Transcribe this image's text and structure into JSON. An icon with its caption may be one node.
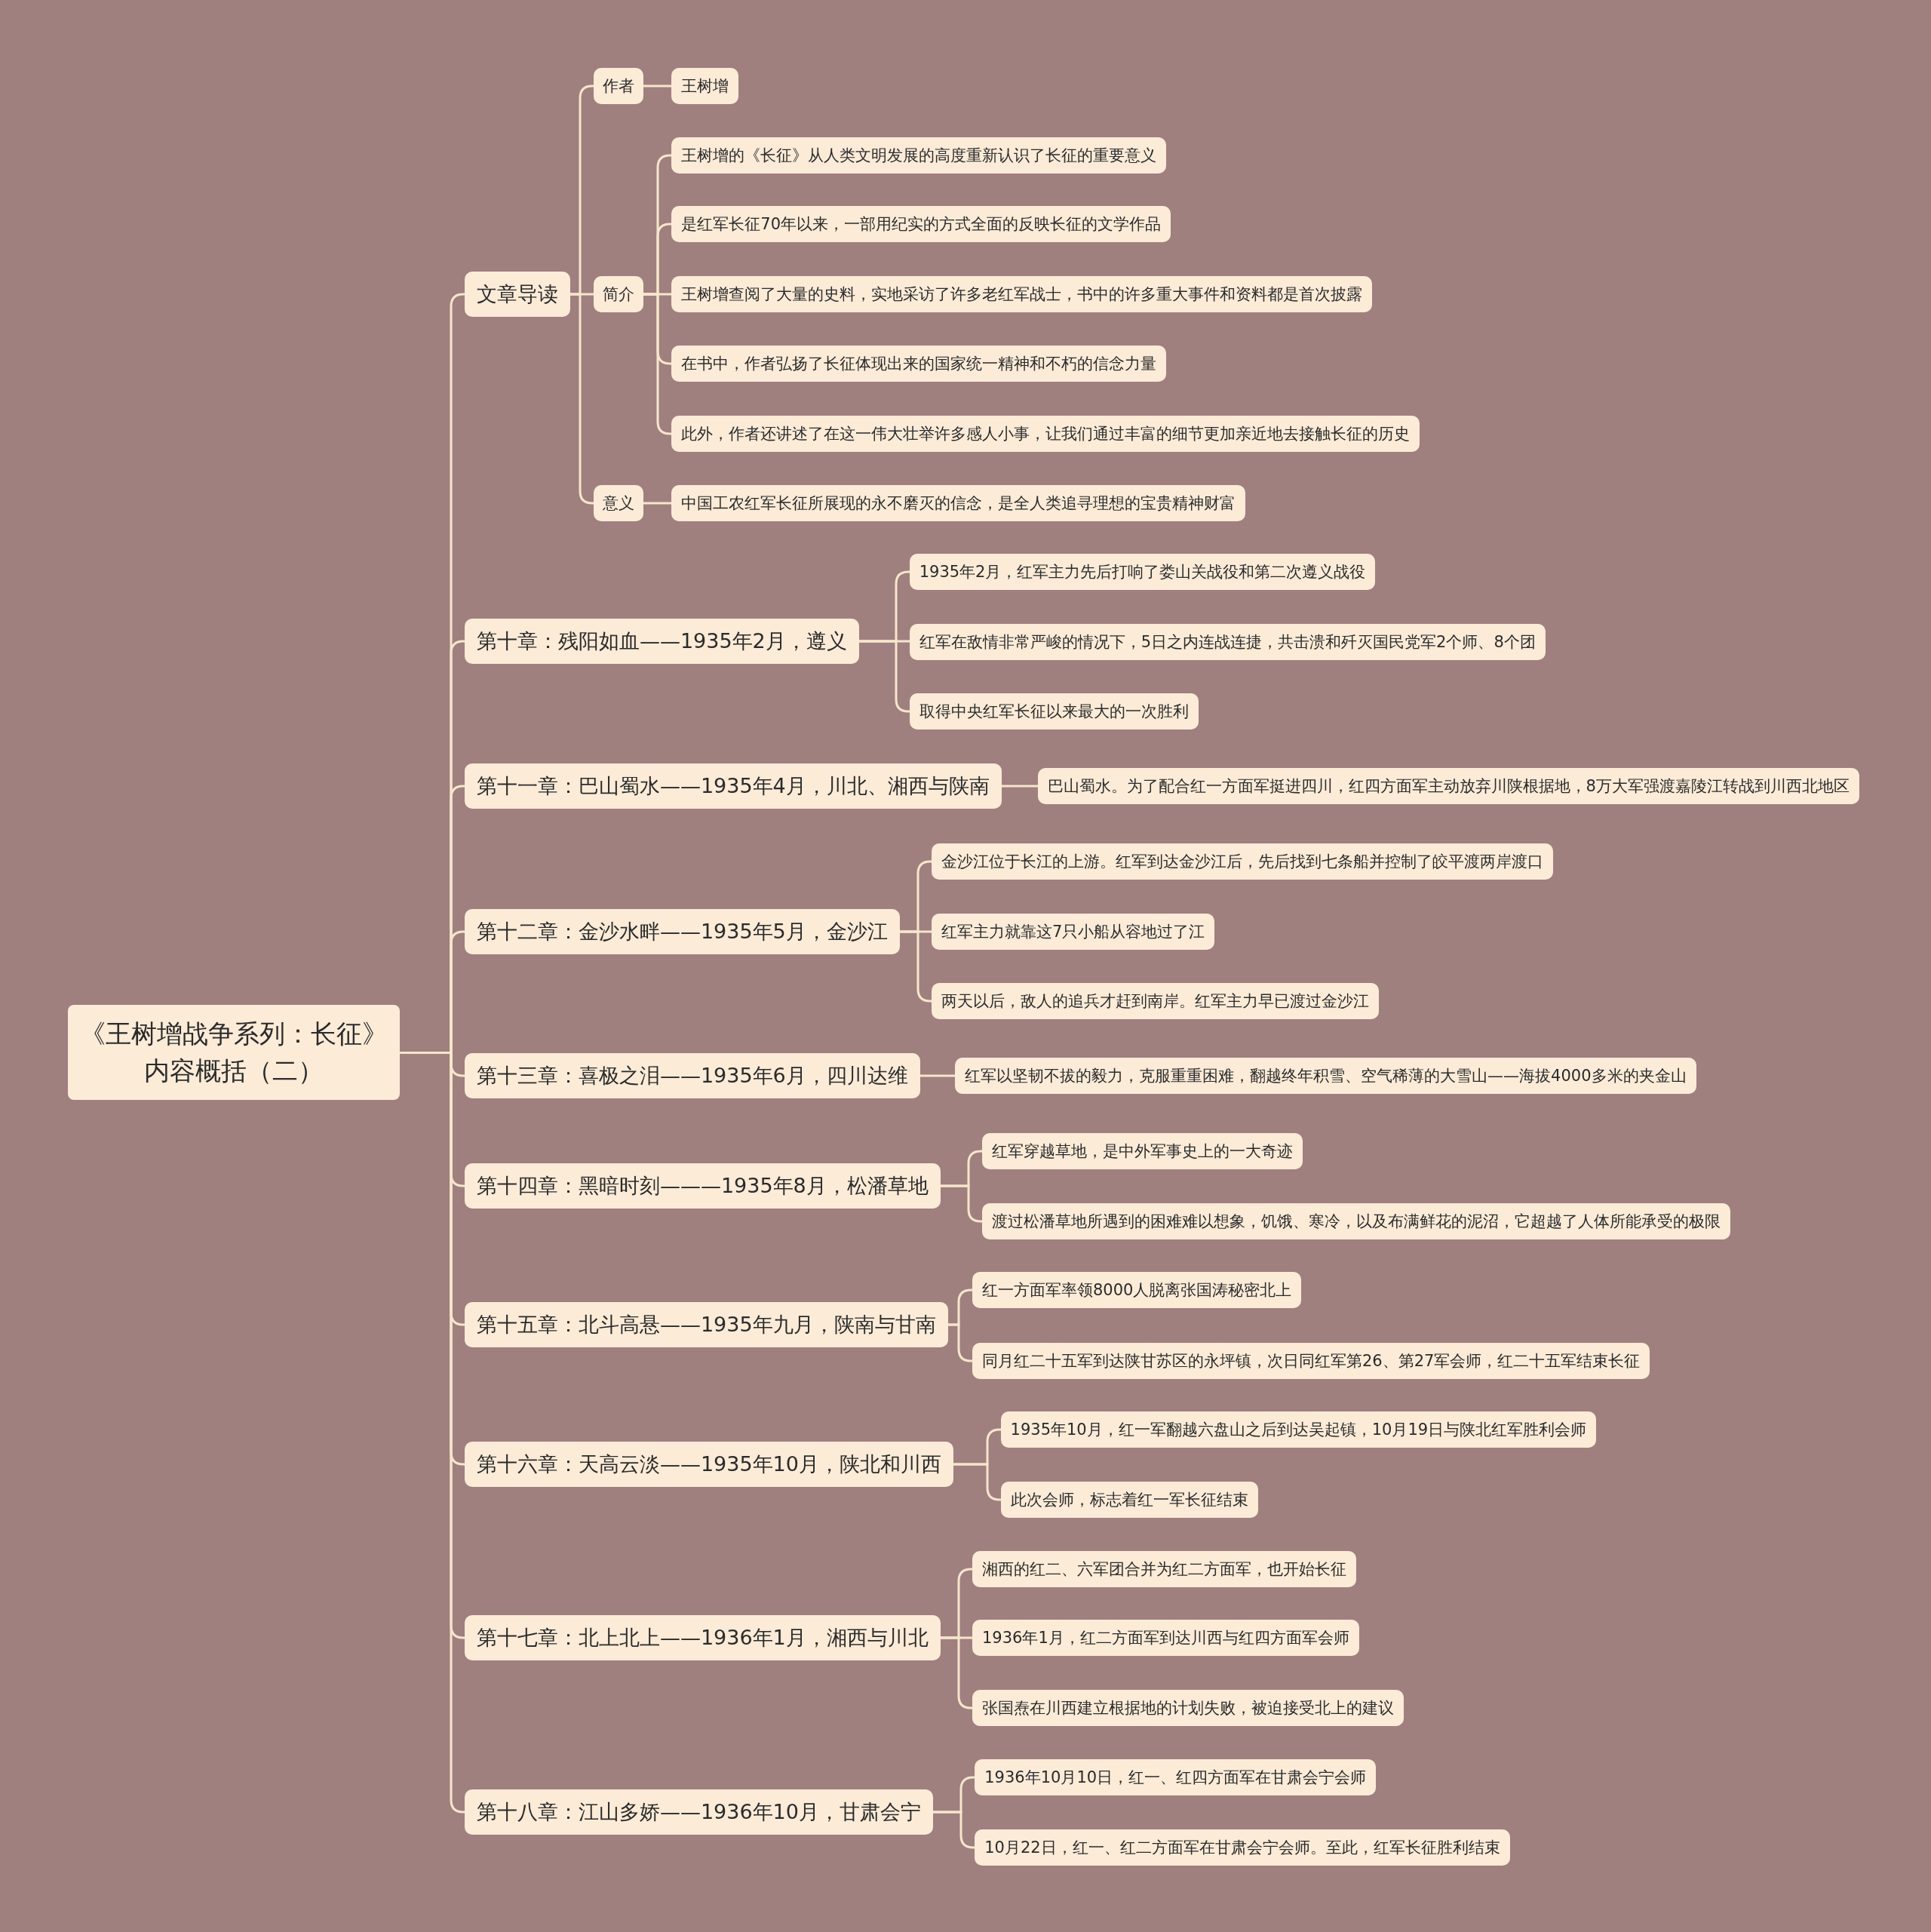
{
  "diagram": {
    "nodes": [
      {
        "text": [
          "《王树增战争系列：长征》内容概括（二）"
        ]
      },
      {
        "text": [
          "文章导读"
        ]
      },
      {
        "text": [
          "作者"
        ]
      },
      {
        "text": [
          "王树增"
        ]
      },
      {
        "text": [
          "简介"
        ]
      },
      {
        "text": [
          "王树增的《长征》从人类文明发展的高度重新认识了长征的重要意义"
        ]
      },
      {
        "text": [
          "是红军长征70年以来，一部用纪实的方式全面的反映长征的文学作品"
        ]
      },
      {
        "text": [
          "王树增查阅了大量的史料，实地采访了许多老红军战士，书中的许多重大事件和资料都是首次披露"
        ]
      },
      {
        "text": [
          "在书中，作者弘扬了长征体现出来的国家统一精神和不朽的信念力量"
        ]
      },
      {
        "text": [
          "此外，作者还讲述了在这一伟大壮举许多感人小事，让我们通过丰富的细节更加亲近地去接触长征的历史"
        ]
      },
      {
        "text": [
          "意义"
        ]
      },
      {
        "text": [
          "中国工农红军长征所展现的永不磨灭的信念，是全人类追寻理想的宝贵精神财富"
        ]
      },
      {
        "text": [
          "第十章：残阳如血——1935年2月，遵义"
        ]
      },
      {
        "text": [
          "1935年2月，红军主力先后打响了娄山关战役和第二次遵义战役"
        ]
      },
      {
        "text": [
          "红军在敌情非常严峻的情况下，5日之内连战连捷，共击溃和歼灭国民党军2个师、8个团"
        ]
      },
      {
        "text": [
          "取得中央红军长征以来最大的一次胜利"
        ]
      },
      {
        "text": [
          "第十一章：巴山蜀水——1935年4月，川北、湘西与陕南"
        ]
      },
      {
        "text": [
          "巴山蜀水。为了配合红一方面军挺进四川，红四方面军主动放弃川陕根据地，8万大军强渡嘉陵江转战到川西北地区"
        ]
      },
      {
        "text": [
          "第十二章：金沙水畔——1935年5月，金沙江"
        ]
      },
      {
        "text": [
          "金沙江位于长江的上游。红军到达金沙江后，先后找到七条船并控制了皎平渡两岸渡口"
        ]
      },
      {
        "text": [
          "红军主力就靠这7只小船从容地过了江"
        ]
      },
      {
        "text": [
          "两天以后，敌人的追兵才赶到南岸。红军主力早已渡过金沙江"
        ]
      },
      {
        "text": [
          "第十三章：喜极之泪——1935年6月，四川达维"
        ]
      },
      {
        "text": [
          "红军以坚韧不拔的毅力，克服重重困难，翻越终年积雪、空气稀薄的大雪山——海拔4000多米的夹金山"
        ]
      },
      {
        "text": [
          "第十四章：黑暗时刻———1935年8月，松潘草地"
        ]
      },
      {
        "text": [
          "红军穿越草地，是中外军事史上的一大奇迹"
        ]
      },
      {
        "text": [
          "渡过松潘草地所遇到的困难难以想象，饥饿、寒冷，以及布满鲜花的泥沼，它超越了人体所能承受的极限"
        ]
      },
      {
        "text": [
          "第十五章：北斗高悬——1935年九月，陕南与甘南"
        ]
      },
      {
        "text": [
          "红一方面军率领8000人脱离张国涛秘密北上"
        ]
      },
      {
        "text": [
          "同月红二十五军到达陕甘苏区的永坪镇，次日同红军第26、第27军会师，红二十五军结束长征"
        ]
      },
      {
        "text": [
          "第十六章：天高云淡——1935年10月，陕北和川西"
        ]
      },
      {
        "text": [
          "1935年10月，红一军翻越六盘山之后到达吴起镇，10月19日与陕北红军胜利会师"
        ]
      },
      {
        "text": [
          "此次会师，标志着红一军长征结束"
        ]
      },
      {
        "text": [
          "第十七章：北上北上——1936年1月，湘西与川北"
        ]
      },
      {
        "text": [
          "湘西的红二、六军团合并为红二方面军，也开始长征"
        ]
      },
      {
        "text": [
          "1936年1月，红二方面军到达川西与红四方面军会师"
        ]
      },
      {
        "text": [
          "张国焘在川西建立根据地的计划失败，被迫接受北上的建议"
        ]
      },
      {
        "text": [
          "第十八章：江山多娇——1936年10月，甘肃会宁"
        ]
      },
      {
        "text": [
          "1936年10月10日，红一、红四方面军在甘肃会宁会师"
        ]
      },
      {
        "text": [
          "10月22日，红一、红二方面军在甘肃会宁会师。至此，红军长征胜利结束"
        ]
      }
    ],
    "edges": [
      {
        "from": 0,
        "to": 1,
        "arrow": "none"
      },
      {
        "from": 0,
        "to": 12,
        "arrow": "none"
      },
      {
        "from": 0,
        "to": 16,
        "arrow": "none"
      },
      {
        "from": 0,
        "to": 18,
        "arrow": "none"
      },
      {
        "from": 0,
        "to": 22,
        "arrow": "none"
      },
      {
        "from": 0,
        "to": 24,
        "arrow": "none"
      },
      {
        "from": 0,
        "to": 27,
        "arrow": "none"
      },
      {
        "from": 0,
        "to": 30,
        "arrow": "none"
      },
      {
        "from": 0,
        "to": 33,
        "arrow": "none"
      },
      {
        "from": 0,
        "to": 37,
        "arrow": "none"
      },
      {
        "from": 1,
        "to": 2,
        "arrow": "none"
      },
      {
        "from": 1,
        "to": 4,
        "arrow": "none"
      },
      {
        "from": 1,
        "to": 10,
        "arrow": "none"
      },
      {
        "from": 2,
        "to": 3,
        "arrow": "none"
      },
      {
        "from": 4,
        "to": 5,
        "arrow": "none"
      },
      {
        "from": 4,
        "to": 6,
        "arrow": "none"
      },
      {
        "from": 4,
        "to": 7,
        "arrow": "none"
      },
      {
        "from": 4,
        "to": 8,
        "arrow": "none"
      },
      {
        "from": 4,
        "to": 9,
        "arrow": "none"
      },
      {
        "from": 10,
        "to": 11,
        "arrow": "none"
      },
      {
        "from": 12,
        "to": 13,
        "arrow": "none"
      },
      {
        "from": 12,
        "to": 14,
        "arrow": "none"
      },
      {
        "from": 12,
        "to": 15,
        "arrow": "none"
      },
      {
        "from": 16,
        "to": 17,
        "arrow": "none"
      },
      {
        "from": 18,
        "to": 19,
        "arrow": "none"
      },
      {
        "from": 18,
        "to": 20,
        "arrow": "none"
      },
      {
        "from": 18,
        "to": 21,
        "arrow": "none"
      },
      {
        "from": 22,
        "to": 23,
        "arrow": "none"
      },
      {
        "from": 24,
        "to": 25,
        "arrow": "none"
      },
      {
        "from": 24,
        "to": 26,
        "arrow": "none"
      },
      {
        "from": 27,
        "to": 28,
        "arrow": "none"
      },
      {
        "from": 27,
        "to": 29,
        "arrow": "none"
      },
      {
        "from": 30,
        "to": 31,
        "arrow": "none"
      },
      {
        "from": 30,
        "to": 32,
        "arrow": "none"
      },
      {
        "from": 33,
        "to": 34,
        "arrow": "none"
      },
      {
        "from": 33,
        "to": 35,
        "arrow": "none"
      },
      {
        "from": 33,
        "to": 36,
        "arrow": "none"
      },
      {
        "from": 37,
        "to": 38,
        "arrow": "none"
      },
      {
        "from": 37,
        "to": 39,
        "arrow": "none"
      }
    ]
  }
}
